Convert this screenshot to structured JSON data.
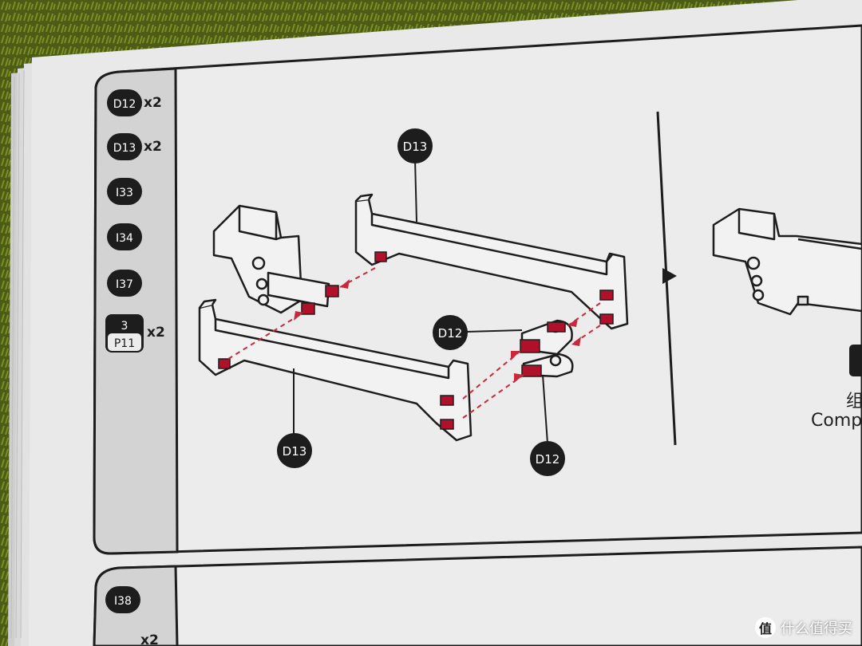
{
  "sidebar": {
    "items": [
      {
        "code": "D12",
        "qty": "x2"
      },
      {
        "code": "D13",
        "qty": "x2"
      },
      {
        "code": "I33",
        "qty": ""
      },
      {
        "code": "I34",
        "qty": ""
      },
      {
        "code": "I37",
        "qty": ""
      },
      {
        "code_top": "3",
        "code_bottom": "P11",
        "qty": "x2"
      }
    ],
    "next_panel_item": "I38",
    "next_panel_qty": "x2"
  },
  "callouts": {
    "top_frame": "D13",
    "bottom_frame": "D13",
    "upper_joint": "D12",
    "lower_joint": "D12"
  },
  "side_panel": {
    "cn_text": "组",
    "en_text": "Comp"
  },
  "watermark": {
    "badge": "值",
    "text": "什么值得买"
  },
  "colors": {
    "paper": "#e9e9ea",
    "ink": "#1d1d1d",
    "sidebar": "#d2d2d3",
    "peg": "#b0102a",
    "arrow": "#c8283c"
  }
}
